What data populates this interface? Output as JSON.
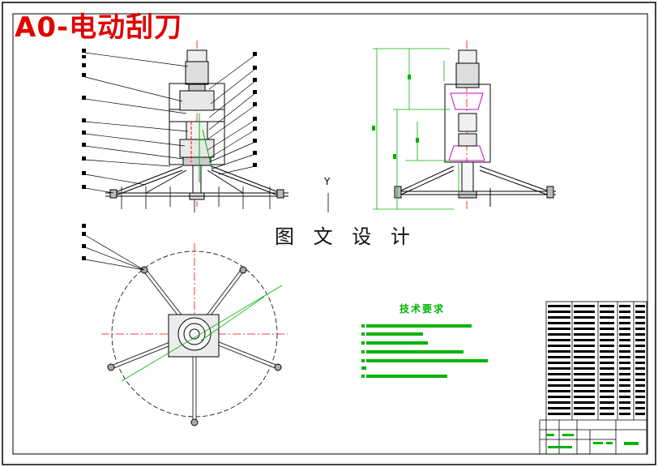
{
  "title": "A0-电动刮刀",
  "watermark": "图 文 设 计",
  "tech_requirements": {
    "heading": "技术要求"
  },
  "axis_mark": "Y",
  "colors": {
    "title_red": "#e00000",
    "cad_green": "#00b400",
    "cad_red": "#ff0000",
    "cad_magenta": "#cc00cc",
    "cad_line": "#000000"
  }
}
